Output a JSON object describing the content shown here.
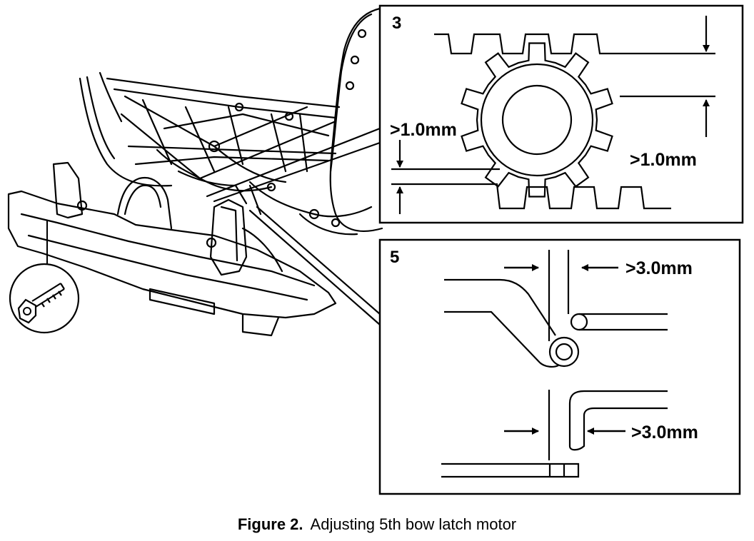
{
  "detail_3": {
    "number": "3",
    "gap_left_label": ">1.0mm",
    "gap_right_label": ">1.0mm"
  },
  "detail_5": {
    "number": "5",
    "gap_top_label": ">3.0mm",
    "gap_bottom_label": ">3.0mm"
  },
  "caption": {
    "label": "Figure 2.",
    "text": "Adjusting 5th bow latch motor"
  }
}
